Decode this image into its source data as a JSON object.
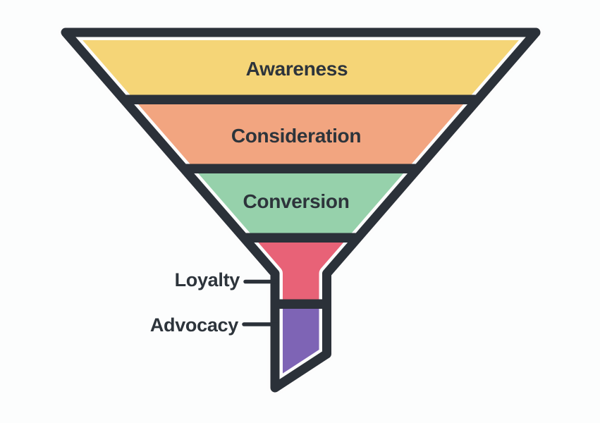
{
  "diagram": {
    "type": "funnel",
    "stages": [
      {
        "label": "Awareness",
        "color": "#f5d577",
        "label_placement": "inside"
      },
      {
        "label": "Consideration",
        "color": "#f2a580",
        "label_placement": "inside"
      },
      {
        "label": "Conversion",
        "color": "#96d1ab",
        "label_placement": "inside"
      },
      {
        "label": "Loyalty",
        "color": "#e86277",
        "label_placement": "outside-left"
      },
      {
        "label": "Advocacy",
        "color": "#7e64b5",
        "label_placement": "outside-left"
      }
    ],
    "colors": {
      "outline": "#2b3139",
      "separator": "#2b3139",
      "text": "#2d343b",
      "gap": "#fcfcfc",
      "background": "#fcfdfd"
    }
  }
}
